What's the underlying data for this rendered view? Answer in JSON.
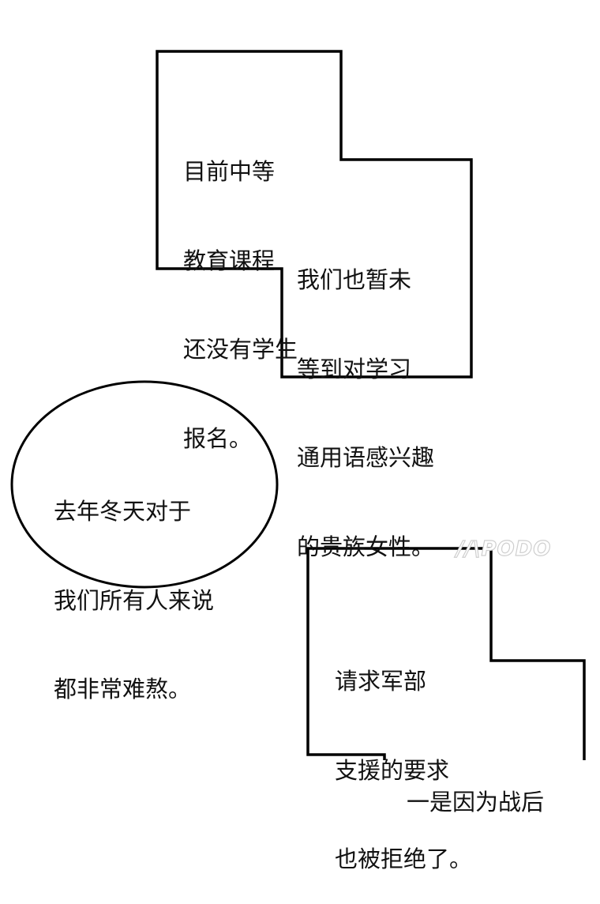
{
  "watermark": "//\\PODO",
  "box1": {
    "lines": [
      "目前中等",
      "教育课程",
      "还没有学生",
      "报名。"
    ]
  },
  "box1b": {
    "lines": [
      "我们也暂未",
      "等到对学习",
      "通用语感兴趣",
      "的贵族女性。"
    ]
  },
  "bubble": {
    "lines": [
      "去年冬天对于",
      "我们所有人来说",
      "都非常难熬。"
    ]
  },
  "box2": {
    "lines": [
      "请求军部",
      "支援的要求",
      "也被拒绝了。"
    ]
  },
  "box2b": {
    "lines": [
      "一是因为战后"
    ]
  }
}
